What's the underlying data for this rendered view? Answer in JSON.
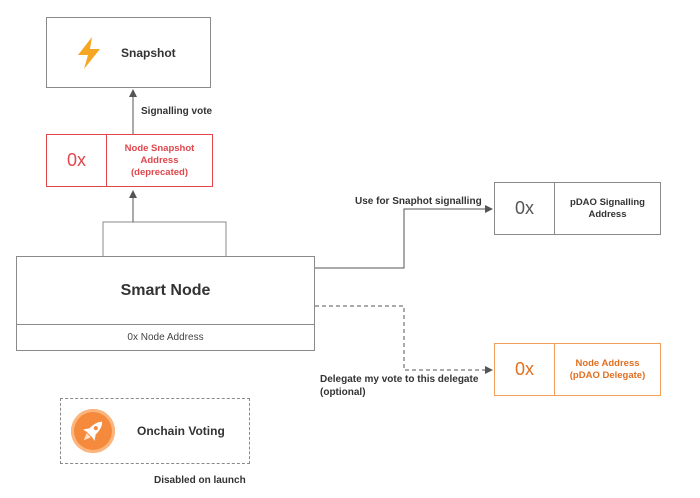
{
  "colors": {
    "red": "#e0474c",
    "orange": "#e07020",
    "gray": "#8a8a8a",
    "snapshot_icon": "#f5a623",
    "rocket_bg": "#f58a3c"
  },
  "snapshot": {
    "label": "Snapshot",
    "icon": "lightning-bolt-icon"
  },
  "signalling_vote": "Signalling vote",
  "node_snapshot": {
    "hex": "0x",
    "line1": "Node Snapshot",
    "line2": "Address",
    "line3": "(deprecated)"
  },
  "smart_node": {
    "title": "Smart Node",
    "address": "0x Node Address"
  },
  "snapshot_signalling_label": "Use for Snaphot signalling",
  "pdao_signalling": {
    "hex": "0x",
    "line1": "pDAO Signalling",
    "line2": "Address"
  },
  "delegate_label": {
    "line1": "Delegate my vote to this delegate",
    "line2": "(optional)"
  },
  "node_address_delegate": {
    "hex": "0x",
    "line1": "Node Address",
    "line2": "(pDAO Delegate)"
  },
  "onchain_voting": {
    "label": "Onchain Voting",
    "icon": "rocket-icon",
    "status": "Disabled on launch"
  }
}
